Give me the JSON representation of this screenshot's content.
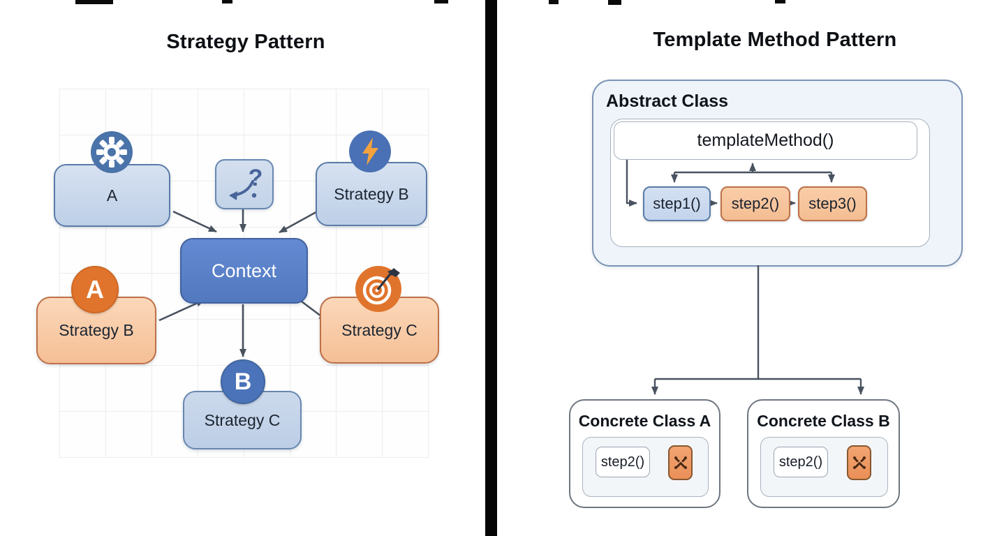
{
  "left_panel": {
    "title": "Strategy Pattern",
    "nodes": {
      "a": {
        "label": "A"
      },
      "strategy_b_top": {
        "label": "Strategy B"
      },
      "context": {
        "label": "Context"
      },
      "strategy_b_left": {
        "label": "Strategy B",
        "badge": "A"
      },
      "strategy_c_right": {
        "label": "Strategy C"
      },
      "strategy_c_bottom": {
        "label": "Strategy C",
        "badge": "B"
      }
    },
    "selector_icon": {
      "glyph": "?"
    }
  },
  "right_panel": {
    "title": "Template Method Pattern",
    "abstract_class": {
      "label": "Abstract Class",
      "template_method": "templateMethod()",
      "steps": [
        "step1()",
        "step2()",
        "step3()"
      ]
    },
    "concrete_classes": [
      {
        "label": "Concrete Class A",
        "method": "step2()"
      },
      {
        "label": "Concrete Class B",
        "method": "step2()"
      }
    ]
  },
  "icons": {
    "gear": "gear-icon",
    "lightning": "lightning-bolt-icon",
    "target": "bullseye-target-icon",
    "decision": "curved-arrow-question-icon",
    "x_mark": "x-cross-icon"
  },
  "colors": {
    "divider": "#050505",
    "node_blue": "#bdcfe7",
    "node_orange": "#f5bf95",
    "context_blue": "#5279c0",
    "badge_orange": "#e0742c",
    "badge_blue": "#4b73b9",
    "abstract_fill": "#eef4fa",
    "step_blue": "#c3d4ec",
    "step_orange": "#f4bd92",
    "x_icon_fill": "#ea8f58",
    "arrow": "#49525f"
  }
}
